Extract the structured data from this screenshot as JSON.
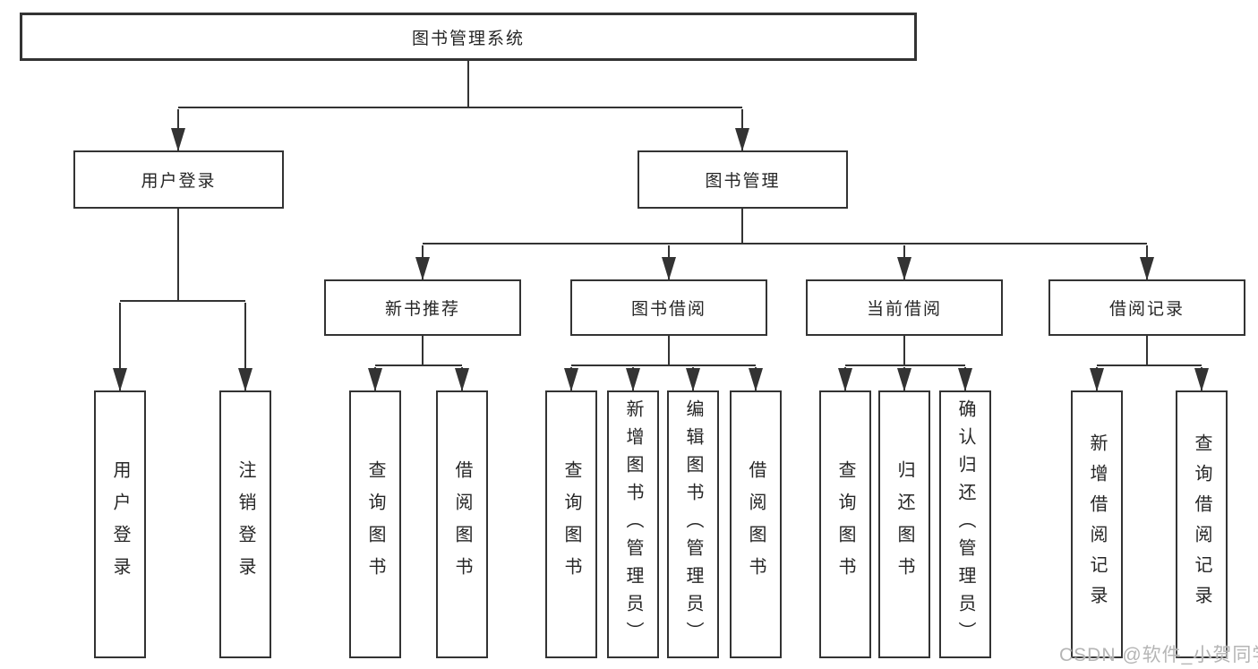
{
  "diagram": {
    "root": {
      "label": "图书管理系统"
    },
    "branches": [
      {
        "label": "用户登录",
        "children": [
          {
            "label": "用户登录"
          },
          {
            "label": "注销登录"
          }
        ]
      },
      {
        "label": "图书管理",
        "children": [
          {
            "label": "新书推荐",
            "children": [
              {
                "label": "查询图书"
              },
              {
                "label": "借阅图书"
              }
            ]
          },
          {
            "label": "图书借阅",
            "children": [
              {
                "label": "查询图书"
              },
              {
                "label": "新增图书（管理员）"
              },
              {
                "label": "编辑图书（管理员）"
              },
              {
                "label": "借阅图书"
              }
            ]
          },
          {
            "label": "当前借阅",
            "children": [
              {
                "label": "查询图书"
              },
              {
                "label": "归还图书"
              },
              {
                "label": "确认归还（管理员）"
              }
            ]
          },
          {
            "label": "借阅记录",
            "children": [
              {
                "label": "新增借阅记录"
              },
              {
                "label": "查询借阅记录"
              }
            ]
          }
        ]
      }
    ],
    "line_color": "#333333"
  },
  "watermark": {
    "text": "CSDN @软件_小贺同学"
  }
}
